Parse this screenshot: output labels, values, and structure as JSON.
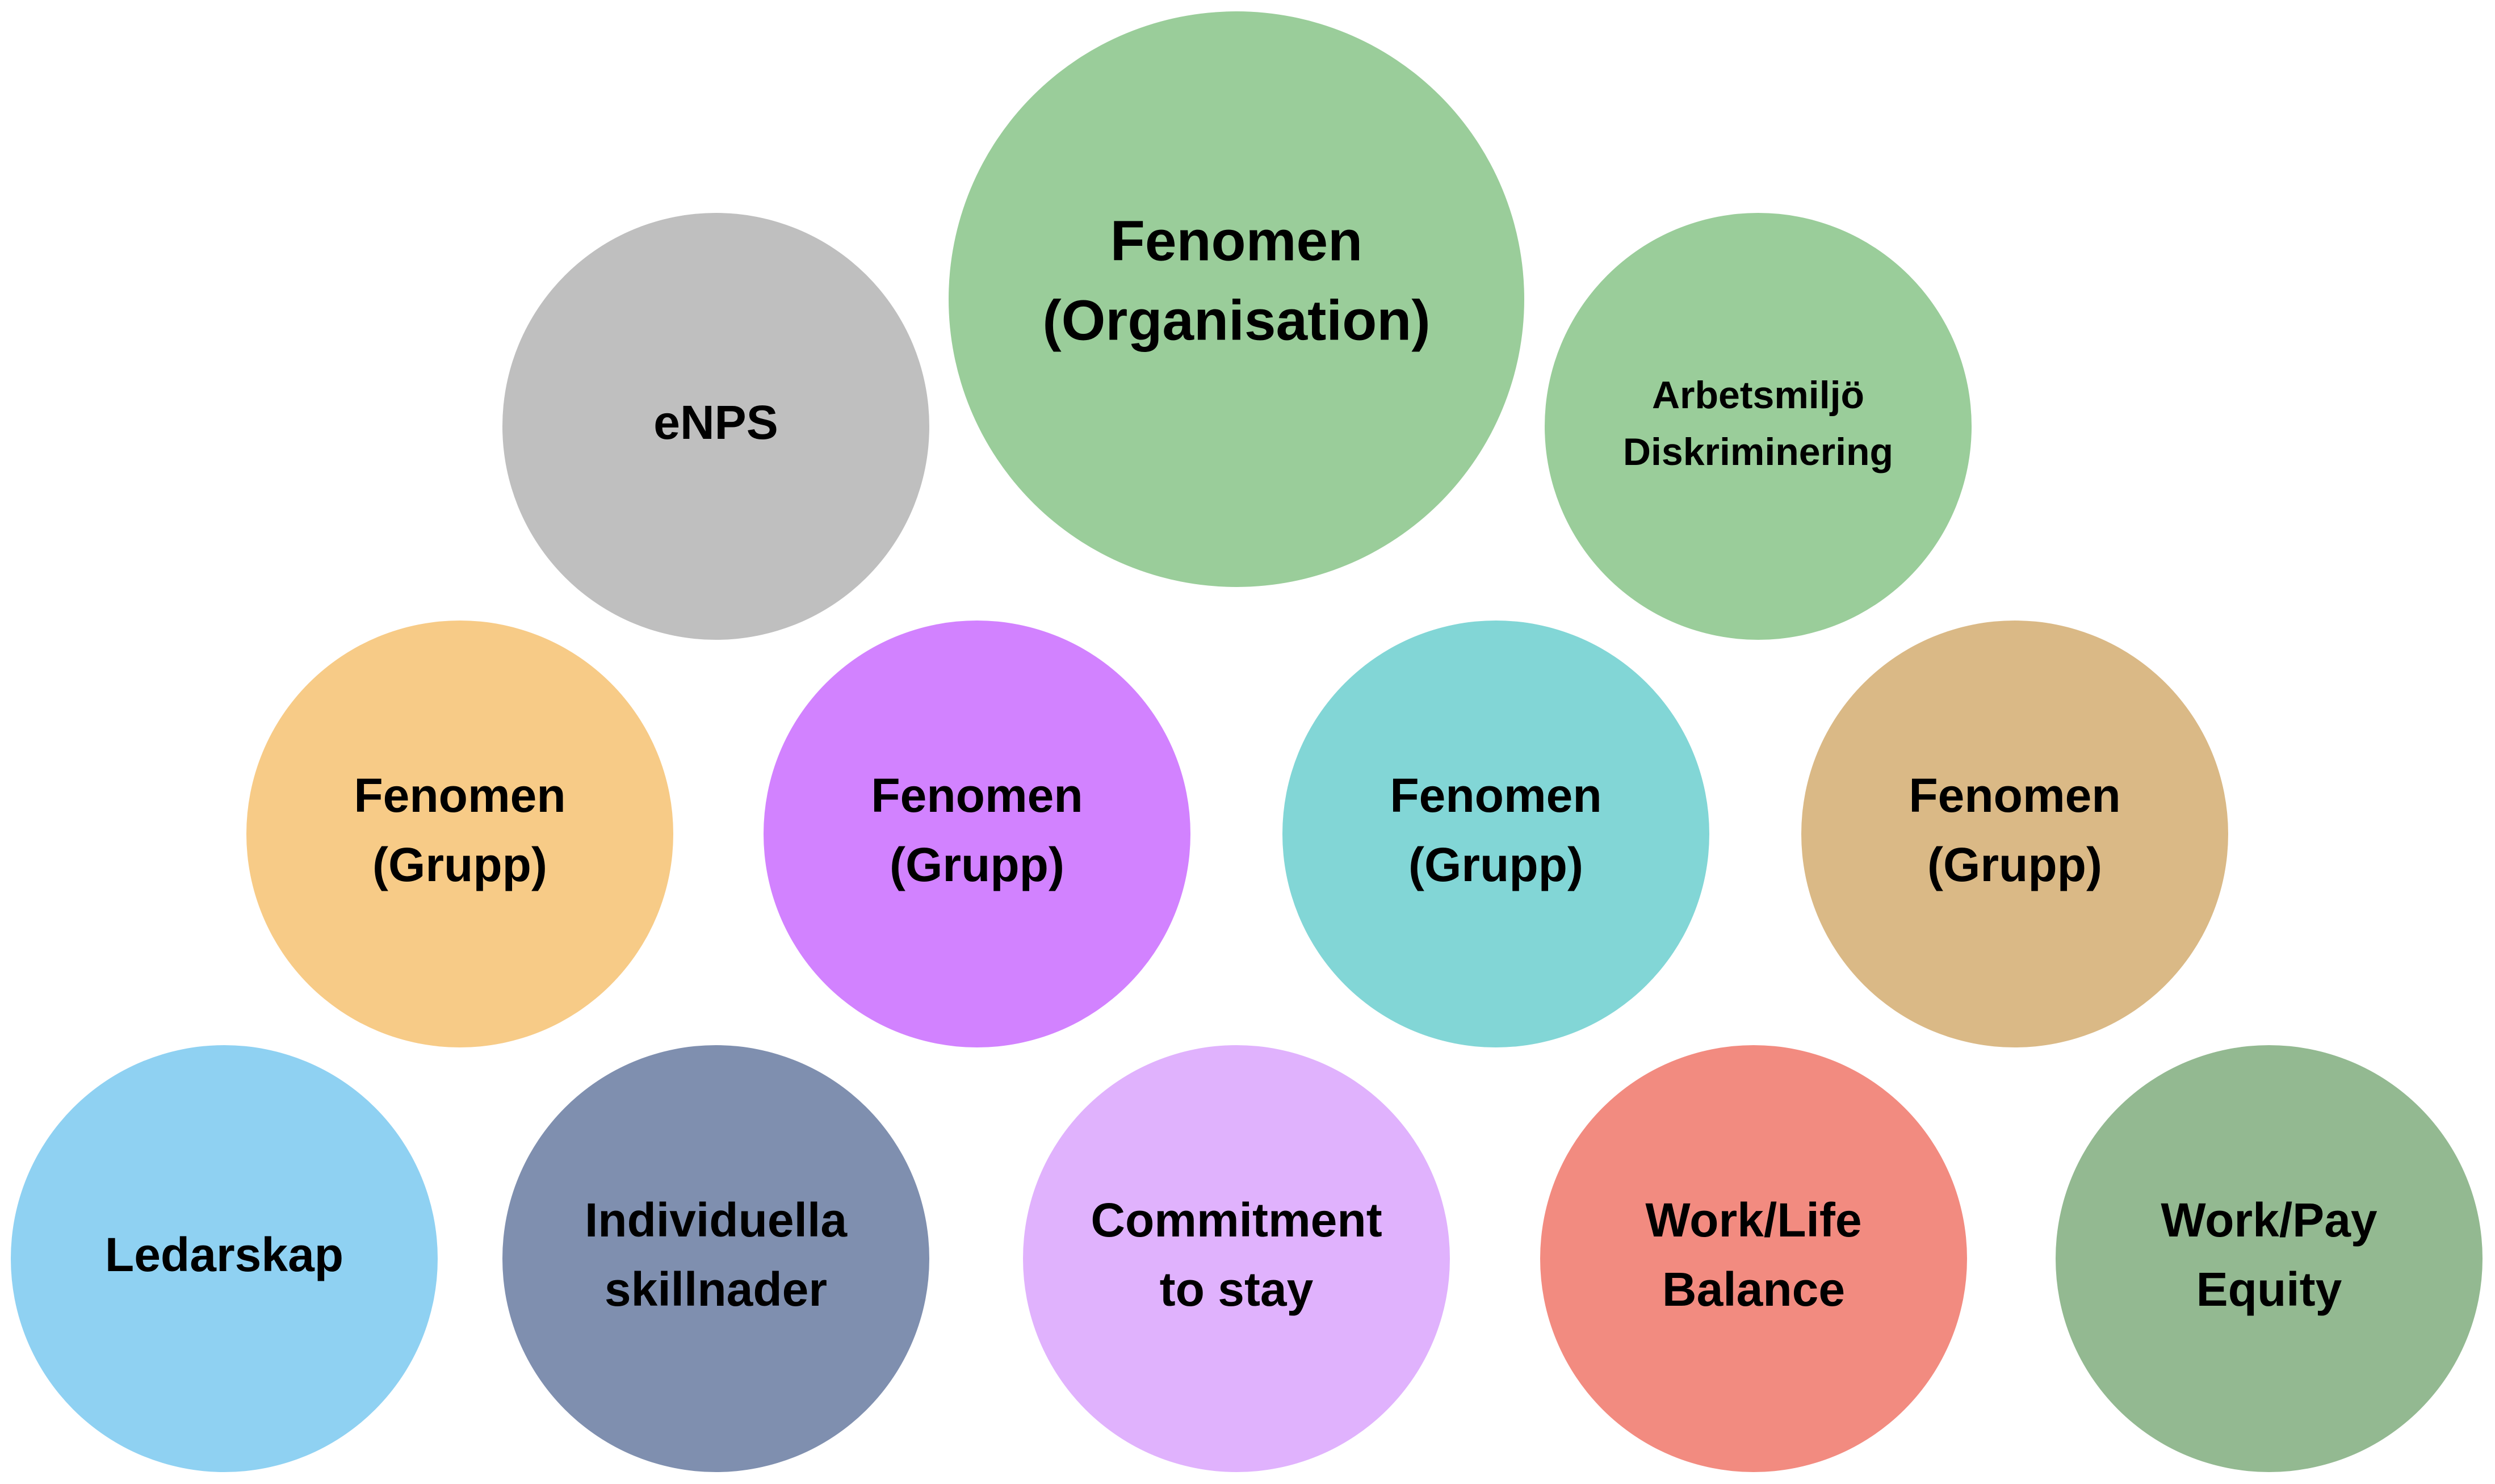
{
  "bubbles": [
    {
      "id": "organisation",
      "lines": [
        "Fenomen",
        "(Organisation)"
      ],
      "color": "#9ACD9A",
      "size": "large"
    },
    {
      "id": "enps",
      "lines": [
        "eNPS"
      ],
      "color": "#BFBFBF",
      "size": "medium"
    },
    {
      "id": "arbetsmiljo",
      "lines": [
        "Arbetsmiljö",
        "Diskriminering"
      ],
      "color": "#9ACD9A",
      "size": "small-text"
    },
    {
      "id": "grupp-1",
      "lines": [
        "Fenomen",
        "(Grupp)"
      ],
      "color": "#F7CB87",
      "size": "medium"
    },
    {
      "id": "grupp-2",
      "lines": [
        "Fenomen",
        "(Grupp)"
      ],
      "color": "#D282FF",
      "size": "medium"
    },
    {
      "id": "grupp-3",
      "lines": [
        "Fenomen",
        "(Grupp)"
      ],
      "color": "#82D6D6",
      "size": "medium"
    },
    {
      "id": "grupp-4",
      "lines": [
        "Fenomen",
        "(Grupp)"
      ],
      "color": "#DAB986",
      "size": "medium"
    },
    {
      "id": "ledarskap",
      "lines": [
        "Ledarskap"
      ],
      "color": "#8FD1F2",
      "size": "medium"
    },
    {
      "id": "individuella",
      "lines": [
        "Individuella",
        "skillnader"
      ],
      "color": "#7F8FAF",
      "size": "medium"
    },
    {
      "id": "commitment",
      "lines": [
        "Commitment",
        "to stay"
      ],
      "color": "#E0B2FD",
      "size": "medium"
    },
    {
      "id": "work-life",
      "lines": [
        "Work/Life",
        "Balance"
      ],
      "color": "#F28B80",
      "size": "medium"
    },
    {
      "id": "work-pay",
      "lines": [
        "Work/Pay",
        "Equity"
      ],
      "color": "#93B991",
      "size": "medium"
    }
  ]
}
